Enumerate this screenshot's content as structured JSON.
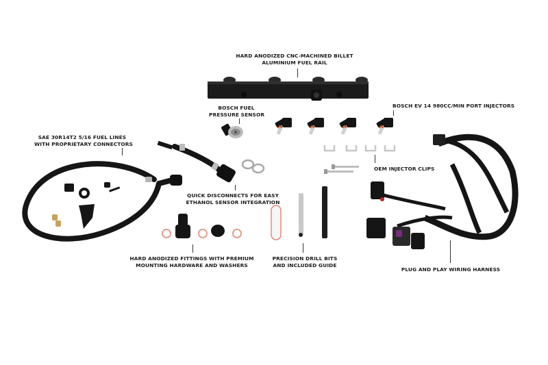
{
  "scene": {
    "background": "#ffffff",
    "description": "Fuel system upgrade kit product layout on white background"
  },
  "labels": {
    "fuel_rail": {
      "line1": "HARD ANODIZED CNC-MACHINED BILLET",
      "line2": "ALUMINIUM FUEL RAIL"
    },
    "pressure_sensor": {
      "line1": "BOSCH FUEL",
      "line2": "PRESSURE SENSOR"
    },
    "injectors": {
      "line1": "BOSCH EV 14 980CC/MIN PORT INJECTORS"
    },
    "fuel_lines": {
      "line1": "SAE 30R14T2 5/16 FUEL LINES",
      "line2": "WITH PROPRIETARY CONNECTORS"
    },
    "injector_clips": {
      "line1": "OEM INJECTOR CLIPS"
    },
    "quick_disconnects": {
      "line1": "QUICK DISCONNECTS FOR EASY",
      "line2": "ETHANOL SENSOR INTEGRATION"
    },
    "fittings": {
      "line1": "HARD ANODIZED FITTINGS WITH PREMIUM",
      "line2": "MOUNTING HARDWARE AND WASHERS"
    },
    "drill_bits": {
      "line1": "PRECISION DRILL BITS",
      "line2": "AND INCLUDED GUIDE"
    },
    "wiring_harness": {
      "line1": "PLUG AND PLAY WIRING HARNESS"
    }
  },
  "colors": {
    "part_black": "#151515",
    "copper": "#e0a08a",
    "steel": "#c8c8c8",
    "brass": "#c9a25a",
    "guide_red": "#e8877c",
    "purple": "#7a2b7e"
  }
}
